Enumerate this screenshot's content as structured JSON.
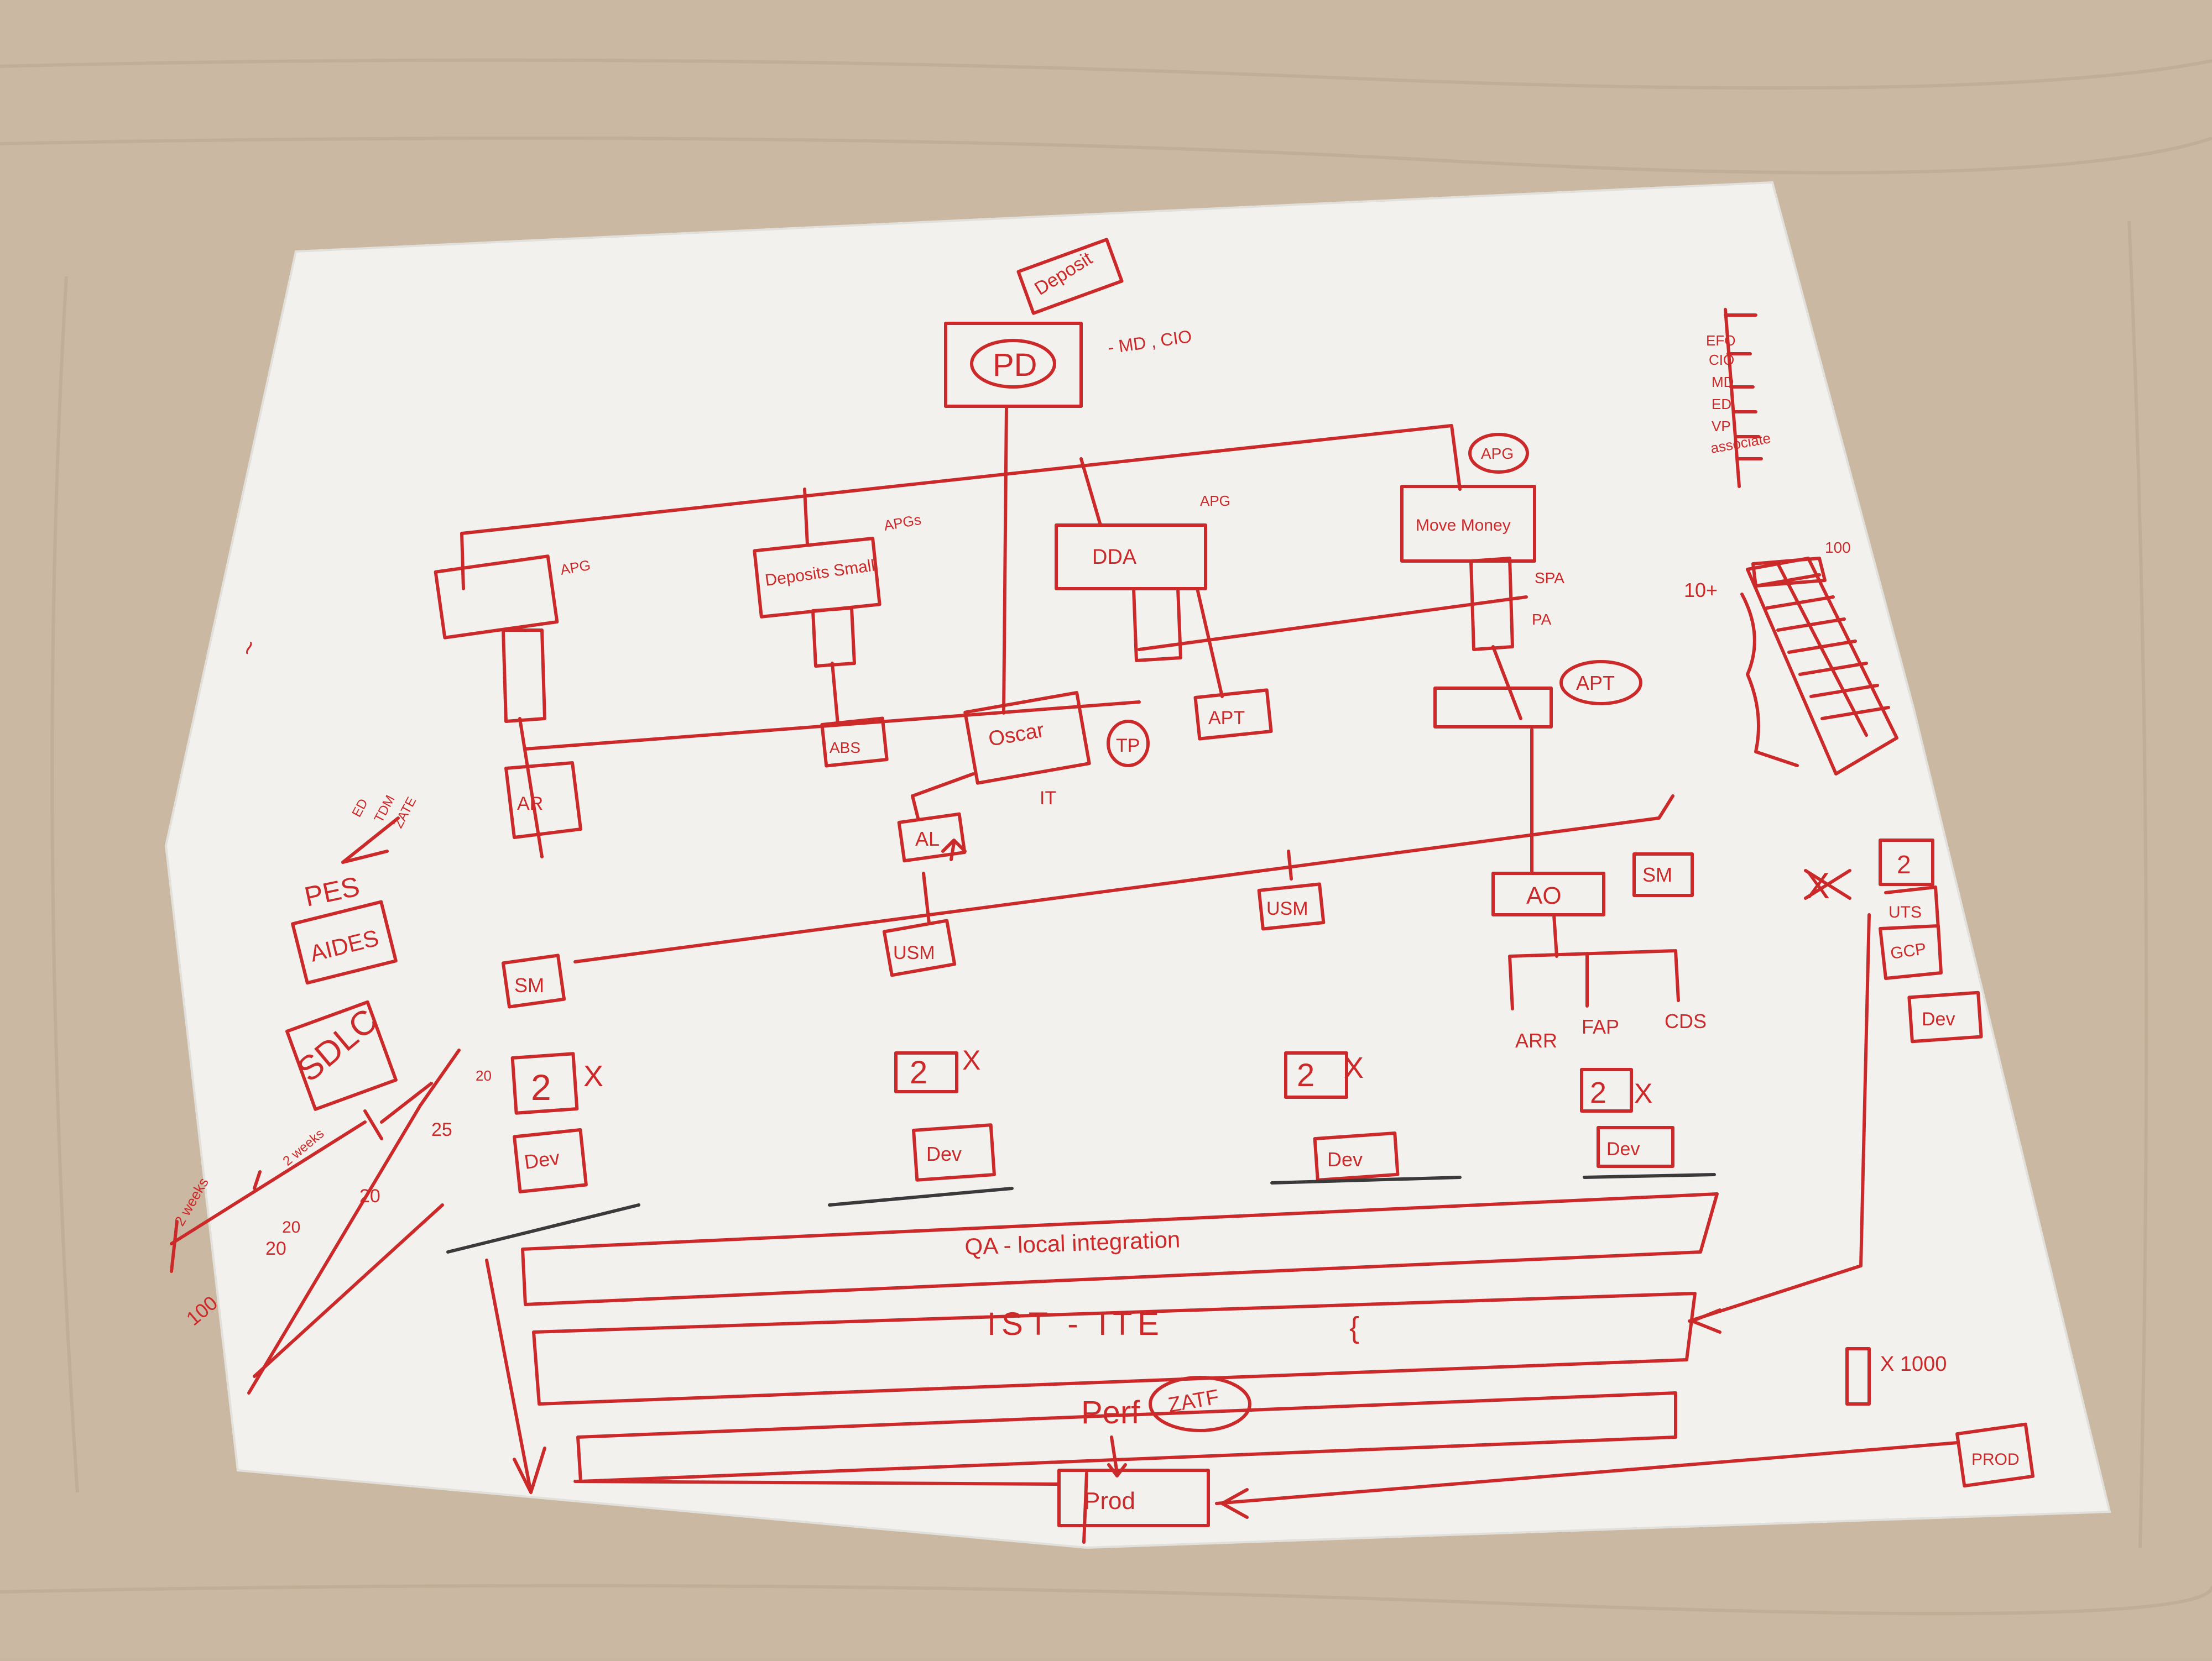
{
  "diagram": {
    "ink_color": "#cc2a2a",
    "pencil_color": "#3a3a3a",
    "table_color": "#cdb8a0",
    "paper_color": "#f2f1ed",
    "top": {
      "tag": "Deposit",
      "root": "PD",
      "root_note": "- MD , CIO"
    },
    "level_legend": [
      "EFO",
      "CIO",
      "MD",
      "ED",
      "VP",
      "associate"
    ],
    "domains": [
      {
        "label": "",
        "tag": "APG"
      },
      {
        "label": "Deposits Small",
        "tag": "APGs"
      },
      {
        "label": "DDA",
        "tag": "APG"
      },
      {
        "label": "Move Money",
        "tag": "APG"
      }
    ],
    "spa_note": "SPA",
    "pa_note": "PA",
    "apt_circle": "APT",
    "mid_row": [
      {
        "label": "AR"
      },
      {
        "label": "ABS"
      },
      {
        "label": "Oscar",
        "sub": "IT",
        "circle": "TP"
      },
      {
        "label": "APT"
      }
    ],
    "al_box": "AL",
    "managers": {
      "sm_left": "SM",
      "usm_mid": "USM",
      "usm_right": "USM",
      "ao": "AO",
      "sm_right": "SM"
    },
    "ao_children": [
      "ARR",
      "FAP",
      "CDS"
    ],
    "teams": [
      {
        "q": "2",
        "x": "X",
        "env": "Dev"
      },
      {
        "q": "2",
        "x": "X",
        "env": "Dev"
      },
      {
        "q": "2",
        "x": "X",
        "env": "Dev"
      },
      {
        "q": "2",
        "x": "X",
        "env": "Dev"
      }
    ],
    "right_stack": {
      "x": "X",
      "items": [
        "2",
        "UTS",
        "GCP",
        "Dev"
      ]
    },
    "pipeline": {
      "qa": "QA - local integration",
      "ist": "IST - ITE",
      "ist_brace": "{",
      "perf": "Perf",
      "zatf": "ZATF",
      "prod": "Prod",
      "side_box": "PROD"
    },
    "multiplier": "X 1000",
    "left_side": {
      "pes": "PES",
      "pes_notes": [
        "ED",
        "TDM",
        "ZATE"
      ],
      "aides": "AIDES",
      "sdlc": "SDLC",
      "timeline_labels": [
        "2 weeks",
        "2 weeks"
      ],
      "timeline_numbers": [
        "100",
        "20",
        "20",
        "25",
        "20",
        "20"
      ],
      "tilde": "~"
    },
    "counter": {
      "left": "10+",
      "right": "100"
    }
  }
}
